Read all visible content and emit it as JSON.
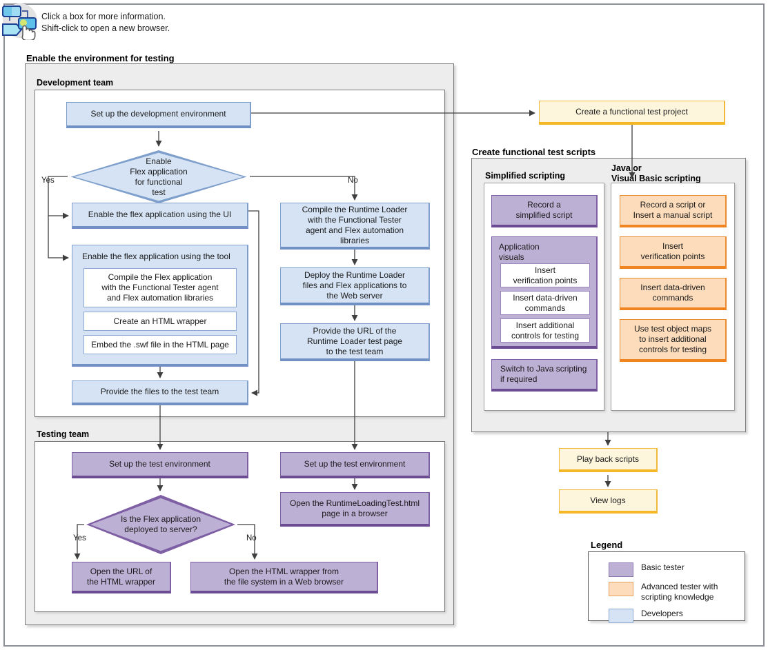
{
  "hint": {
    "line1": "Click a box for more information.",
    "line2": "Shift-click to open a new browser.",
    "icon": "flowchart-pointer-icon"
  },
  "sections": {
    "enable_env": "Enable the environment for testing",
    "development_team": "Development team",
    "testing_team": "Testing team",
    "create_scripts": "Create functional test scripts",
    "simplified_scripting": "Simplified scripting",
    "java_vb_scripting_l1": "Java or",
    "java_vb_scripting_l2": "Visual Basic scripting"
  },
  "nodes": {
    "setup_dev_env": "Set up the development environment",
    "enable_decision": "Enable\nFlex application\nfor functional\ntest",
    "enable_ui": "Enable the flex application using the UI",
    "enable_tool": "Enable the flex application using the tool",
    "compile_flex": "Compile the Flex application\nwith the Functional Tester agent\nand Flex automation libraries",
    "create_wrapper": "Create an HTML wrapper",
    "embed_swf": "Embed the .swf file in the HTML page",
    "provide_files": "Provide the files to the test team",
    "compile_runtime": "Compile the Runtime Loader\nwith the Functional Tester\nagent and Flex automation\nlibraries",
    "deploy_runtime": "Deploy the Runtime Loader\nfiles and Flex applications to\nthe Web server",
    "provide_url": "Provide the URL of the\nRuntime Loader test page\nto the test team",
    "setup_test_env_left": "Set up the test environment",
    "setup_test_env_right": "Set up the test environment",
    "open_runtime_page": "Open the RuntimeLoadingTest.html\npage in a browser",
    "deployed_decision": "Is the Flex application\ndeployed to server?",
    "open_url_wrapper": "Open the URL of\nthe HTML wrapper",
    "open_wrapper_fs": "Open the HTML wrapper from\nthe file system in a Web browser",
    "create_project": "Create a functional test project",
    "record_simplified": "Record a\nsimplified script",
    "app_visuals": "Application\nvisuals",
    "insert_vp_simplified": "Insert\nverification points",
    "insert_ddc_simplified": "Insert data-driven\ncommands",
    "insert_controls_simplified": "Insert additional\ncontrols for testing",
    "switch_java": "Switch to Java scripting\nif required",
    "record_or_manual": "Record a script or\nInsert a manual script",
    "insert_vp_java": "Insert\nverification points",
    "insert_ddc_java": "Insert data-driven\ncommands",
    "use_tom": "Use test object maps\nto insert additional\ncontrols for testing",
    "play_back": "Play back scripts",
    "view_logs": "View logs"
  },
  "connectors": {
    "yes_1": "Yes",
    "no_1": "No",
    "yes_2": "Yes",
    "no_2": "No"
  },
  "legend": {
    "title": "Legend",
    "items": [
      {
        "label": "Basic tester",
        "color": "#bdb0d5"
      },
      {
        "label": "Advanced tester with\nscripting knowledge",
        "color": "#fcdcbb"
      },
      {
        "label": "Developers",
        "color": "#d5e3f4"
      }
    ]
  },
  "colors": {
    "developers": "#d5e3f4",
    "developers_border": "#7e9fcc",
    "basic_tester": "#bdb0d5",
    "basic_tester_border": "#7e5fa4",
    "advanced_tester": "#fcdcbb",
    "advanced_tester_border": "#e98a30",
    "project_step": "#fdf6dd",
    "project_step_border": "#f0b93a",
    "panel": "#ededed",
    "wire": "#3f3f3f"
  }
}
